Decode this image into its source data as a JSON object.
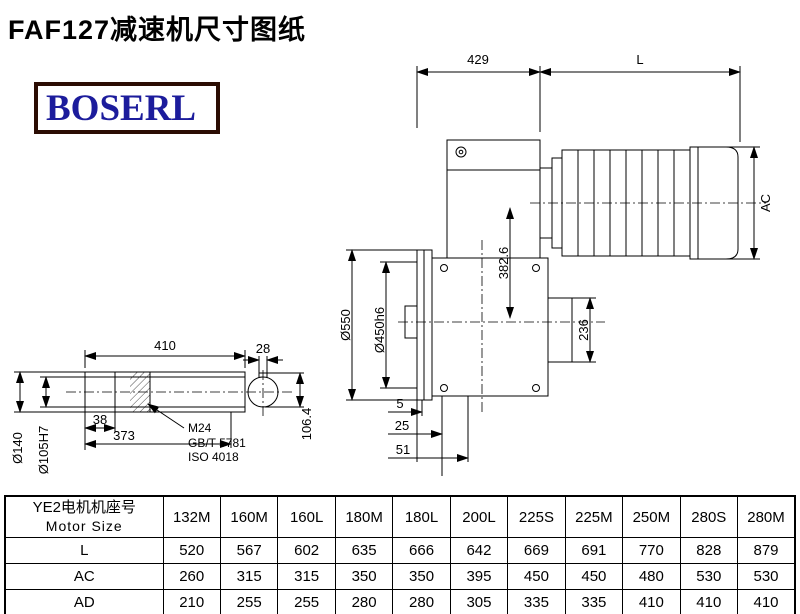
{
  "page": {
    "title": "FAF127减速机尺寸图纸"
  },
  "logo": {
    "text": "BOSERL"
  },
  "drawing": {
    "top": {
      "d429": "429",
      "dL": "L"
    },
    "right": {
      "ac": "AC"
    },
    "left": {
      "dia550": "Ø550",
      "dia450": "Ø450h6"
    },
    "mid": {
      "d382": "382.6",
      "d236": "236"
    },
    "bottom": {
      "d5": "5",
      "d25": "25",
      "d51": "51"
    },
    "shaft": {
      "d410": "410",
      "d28": "28",
      "d38": "38",
      "d373": "373",
      "dia140": "Ø140",
      "dia105": "Ø105H7",
      "thread": "M24",
      "std_gb": "GB/T 5781",
      "std_iso": "ISO 4018",
      "d106": "106.4"
    }
  },
  "table": {
    "header_cn": "YE2电机机座号",
    "header_en": "Motor Size",
    "columns": [
      "132M",
      "160M",
      "160L",
      "180M",
      "180L",
      "200L",
      "225S",
      "225M",
      "250M",
      "280S",
      "280M"
    ],
    "rows": [
      {
        "label": "L",
        "values": [
          "520",
          "567",
          "602",
          "635",
          "666",
          "642",
          "669",
          "691",
          "770",
          "828",
          "879"
        ]
      },
      {
        "label": "AC",
        "values": [
          "260",
          "315",
          "315",
          "350",
          "350",
          "395",
          "450",
          "450",
          "480",
          "530",
          "530"
        ]
      },
      {
        "label": "AD",
        "values": [
          "210",
          "255",
          "255",
          "280",
          "280",
          "305",
          "335",
          "335",
          "410",
          "410",
          "410"
        ]
      }
    ]
  }
}
